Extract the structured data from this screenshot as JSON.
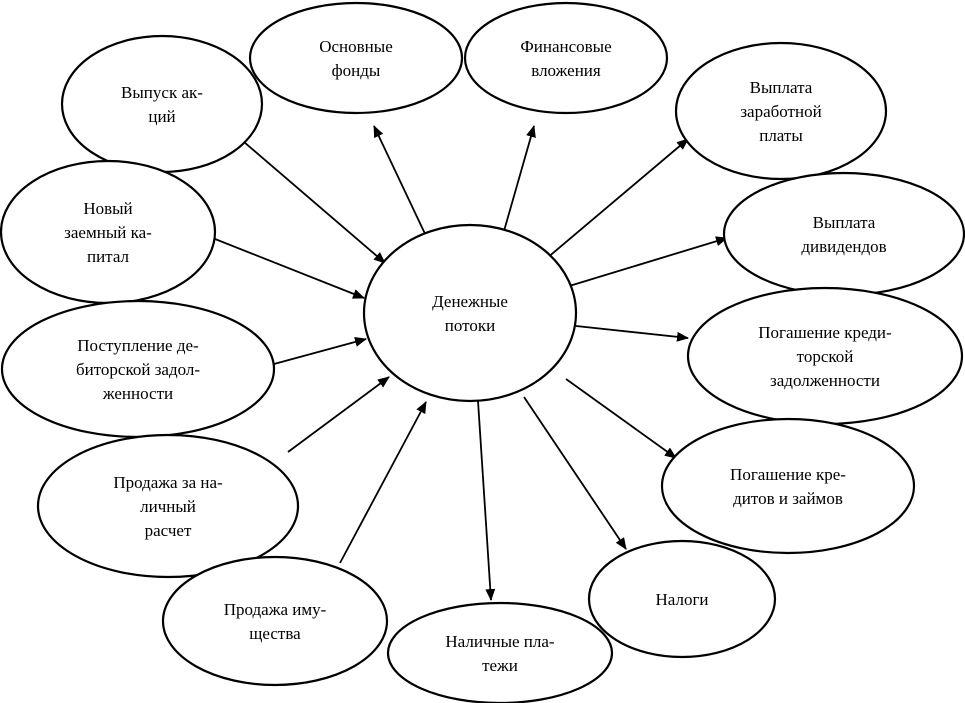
{
  "center": {
    "lines": [
      "Денежные",
      "потоки"
    ]
  },
  "inflows": [
    {
      "id": "vypusk-aktsiy",
      "lines": [
        "Выпуск ак-",
        "ций"
      ]
    },
    {
      "id": "novyy-zaemnyy-kapital",
      "lines": [
        "Новый",
        "заемный ка-",
        "питал"
      ]
    },
    {
      "id": "postuplenie-debitorskoy",
      "lines": [
        "Поступление де-",
        "биторской задол-",
        "женности"
      ]
    },
    {
      "id": "prodazha-za-nalichnyy",
      "lines": [
        "Продажа за на-",
        "личный",
        "расчет"
      ]
    },
    {
      "id": "prodazha-imushchestva",
      "lines": [
        "Продажа иму-",
        "щества"
      ]
    }
  ],
  "outflows": [
    {
      "id": "osnovnye-fondy",
      "lines": [
        "Основные",
        "фонды"
      ]
    },
    {
      "id": "finansovye-vlozheniya",
      "lines": [
        "Финансовые",
        "вложения"
      ]
    },
    {
      "id": "vyplata-zarabotnoy",
      "lines": [
        "Выплата",
        "заработной",
        "платы"
      ]
    },
    {
      "id": "vyplata-dividendov",
      "lines": [
        "Выплата",
        "дивидендов"
      ]
    },
    {
      "id": "pogashenie-kreditorskoy",
      "lines": [
        "Погашение креди-",
        "торской",
        "задолженности"
      ]
    },
    {
      "id": "pogashenie-kreditov",
      "lines": [
        "Погашение кре-",
        "дитов и займов"
      ]
    },
    {
      "id": "nalogi",
      "lines": [
        "Налоги"
      ]
    },
    {
      "id": "nalichnye-platezhi",
      "lines": [
        "Наличные пла-",
        "тежи"
      ]
    }
  ]
}
